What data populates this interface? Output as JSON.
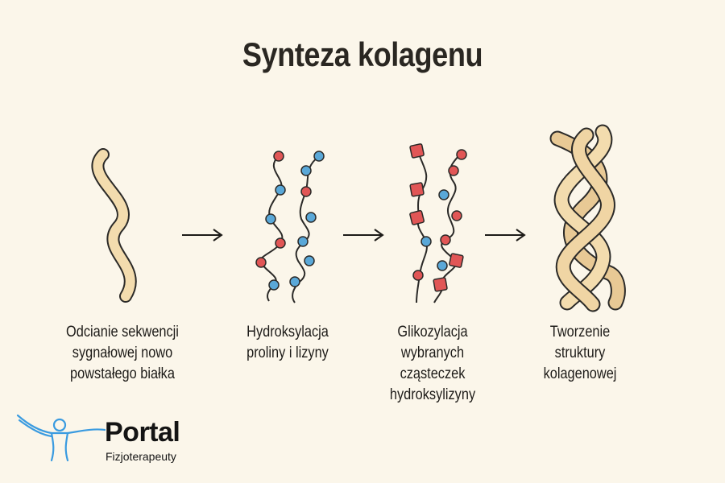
{
  "title": "Synteza kolagenu",
  "steps": [
    {
      "caption": "Odcianie  sekwencji\nsygnałowej nowo\npowstałego białka"
    },
    {
      "caption": "Hydroksylacja\nproliny i lizyny"
    },
    {
      "caption": "Glikozylacja\nwybranych\ncząsteczek\nhydroksylizyny"
    },
    {
      "caption": "Tworzenie\nstruktury\nkolagenowej"
    }
  ],
  "logo": {
    "name": "Portal",
    "subtitle": "Fizjoterapeuty"
  },
  "colors": {
    "background": "#fbf6ea",
    "strand": "#f3dcae",
    "strand_outline": "#2b2a28",
    "node_red": "#e15656",
    "node_blue": "#5aa8d8",
    "logo_blue": "#3a9be0"
  },
  "icons": [
    "arrow-right-icon",
    "person-icon"
  ]
}
